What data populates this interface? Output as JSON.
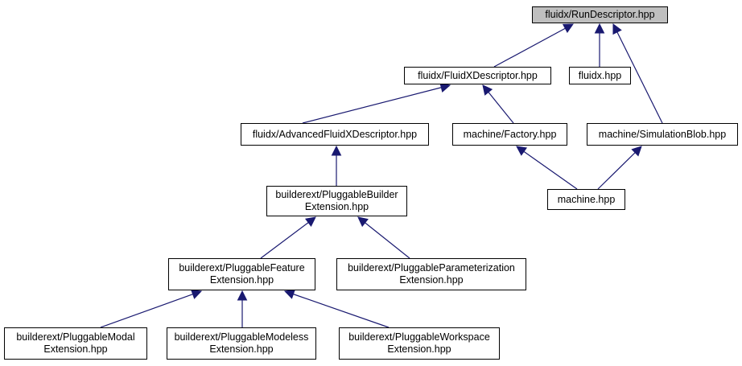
{
  "colors": {
    "edge": "#191970",
    "root_fill": "#bfbfbf",
    "node_fill": "#ffffff",
    "border": "#000000"
  },
  "nodes": [
    {
      "id": "run_descriptor",
      "lines": [
        "fluidx/RunDescriptor.hpp"
      ],
      "root": true
    },
    {
      "id": "fluidx_descriptor",
      "lines": [
        "fluidx/FluidXDescriptor.hpp"
      ]
    },
    {
      "id": "fluidx_hpp",
      "lines": [
        "fluidx.hpp"
      ]
    },
    {
      "id": "simulation_blob",
      "lines": [
        "machine/SimulationBlob.hpp"
      ]
    },
    {
      "id": "advanced_descriptor",
      "lines": [
        "fluidx/AdvancedFluidXDescriptor.hpp"
      ]
    },
    {
      "id": "factory",
      "lines": [
        "machine/Factory.hpp"
      ]
    },
    {
      "id": "machine_hpp",
      "lines": [
        "machine.hpp"
      ]
    },
    {
      "id": "builder_ext",
      "lines": [
        "builderext/PluggableBuilder",
        "Extension.hpp"
      ]
    },
    {
      "id": "feature_ext",
      "lines": [
        "builderext/PluggableFeature",
        "Extension.hpp"
      ]
    },
    {
      "id": "param_ext",
      "lines": [
        "builderext/PluggableParameterization",
        "Extension.hpp"
      ]
    },
    {
      "id": "modal_ext",
      "lines": [
        "builderext/PluggableModal",
        "Extension.hpp"
      ]
    },
    {
      "id": "modeless_ext",
      "lines": [
        "builderext/PluggableModeless",
        "Extension.hpp"
      ]
    },
    {
      "id": "workspace_ext",
      "lines": [
        "builderext/PluggableWorkspace",
        "Extension.hpp"
      ]
    }
  ],
  "edges": [
    {
      "from": "fluidx_descriptor",
      "to": "run_descriptor"
    },
    {
      "from": "fluidx_hpp",
      "to": "run_descriptor"
    },
    {
      "from": "simulation_blob",
      "to": "run_descriptor"
    },
    {
      "from": "advanced_descriptor",
      "to": "fluidx_descriptor"
    },
    {
      "from": "factory",
      "to": "fluidx_descriptor"
    },
    {
      "from": "machine_hpp",
      "to": "factory"
    },
    {
      "from": "machine_hpp",
      "to": "simulation_blob"
    },
    {
      "from": "builder_ext",
      "to": "advanced_descriptor"
    },
    {
      "from": "feature_ext",
      "to": "builder_ext"
    },
    {
      "from": "param_ext",
      "to": "builder_ext"
    },
    {
      "from": "modal_ext",
      "to": "feature_ext"
    },
    {
      "from": "modeless_ext",
      "to": "feature_ext"
    },
    {
      "from": "workspace_ext",
      "to": "feature_ext"
    }
  ]
}
